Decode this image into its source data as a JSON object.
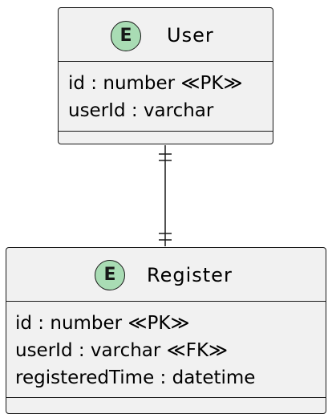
{
  "entities": {
    "user": {
      "badge": "E",
      "name": "User",
      "attributes": [
        "id : number ≪PK≫",
        "userId : varchar"
      ]
    },
    "register": {
      "badge": "E",
      "name": "Register",
      "attributes": [
        "id : number ≪PK≫",
        "userId : varchar ≪FK≫",
        "registeredTime : datetime"
      ]
    }
  },
  "relationship": {
    "from": "User",
    "to": "Register",
    "from_cardinality": "exactly-one",
    "to_cardinality": "exactly-one"
  },
  "colors": {
    "entity_fill": "#f1f1f1",
    "badge_fill": "#a9dcb4",
    "stroke": "#181818"
  }
}
